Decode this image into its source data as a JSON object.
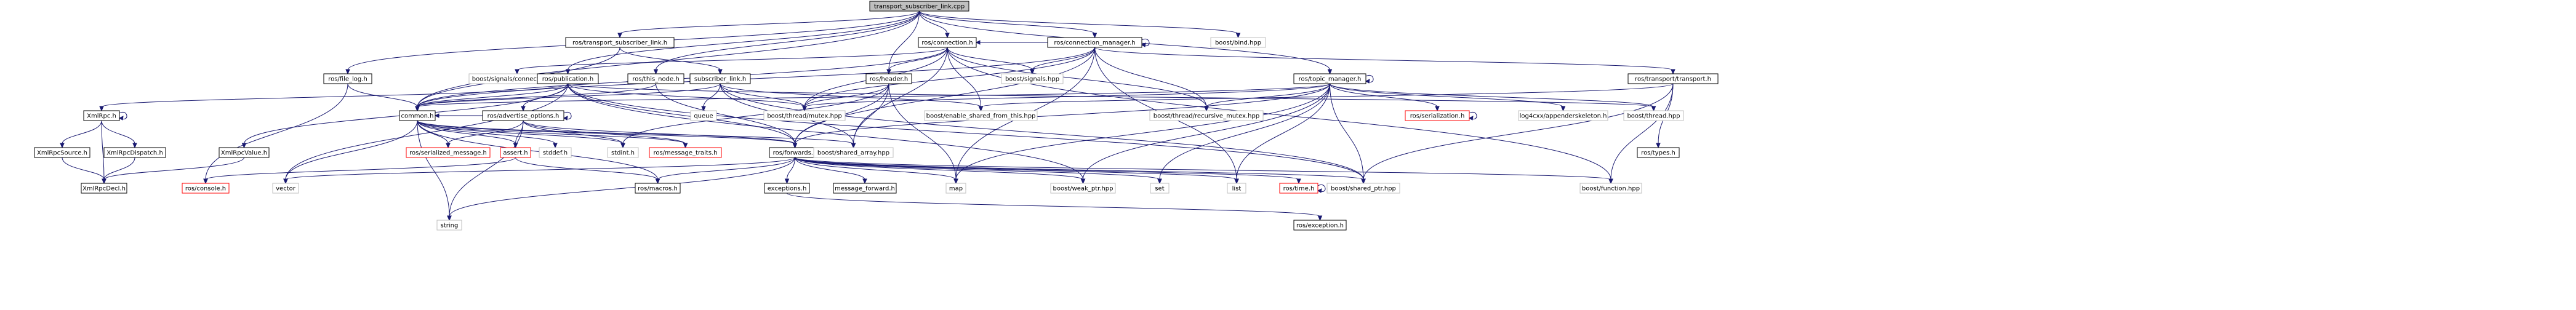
{
  "title": "transport_subscriber_link.cpp",
  "colors": {
    "edge": "#191970",
    "node_border": "#000000",
    "node_border_missing": "#bfbfbf",
    "node_border_truncated": "#ff0000",
    "root_fill": "#bfbfbf",
    "node_fill": "#ffffff"
  },
  "nodes": {
    "root": {
      "label": "transport_subscriber_link.cpp",
      "kind": "root"
    },
    "tsl_h": {
      "label": "ros/transport_subscriber_link.h",
      "kind": "normal"
    },
    "connection_h": {
      "label": "ros/connection.h",
      "kind": "normal"
    },
    "connection_manager_h": {
      "label": "ros/connection_manager.h",
      "kind": "normal"
    },
    "boost_bind": {
      "label": "boost/bind.hpp",
      "kind": "missing"
    },
    "file_log": {
      "label": "ros/file_log.h",
      "kind": "normal"
    },
    "signals_connection": {
      "label": "boost/signals/connection.hpp",
      "kind": "missing"
    },
    "publication_h": {
      "label": "ros/publication.h",
      "kind": "normal"
    },
    "this_node": {
      "label": "ros/this_node.h",
      "kind": "normal"
    },
    "subscriber_link": {
      "label": "subscriber_link.h",
      "kind": "normal"
    },
    "header_h": {
      "label": "ros/header.h",
      "kind": "normal"
    },
    "boost_signals": {
      "label": "boost/signals.hpp",
      "kind": "missing"
    },
    "topic_manager": {
      "label": "ros/topic_manager.h",
      "kind": "normal"
    },
    "transport_h": {
      "label": "ros/transport/transport.h",
      "kind": "normal"
    },
    "xmlrpc_h": {
      "label": "XmlRpc.h",
      "kind": "normal"
    },
    "common_h": {
      "label": "common.h",
      "kind": "normal"
    },
    "advertise_options": {
      "label": "ros/advertise_options.h",
      "kind": "normal"
    },
    "xmlrpcvalue": {
      "label": "XmlRpcValue.h",
      "kind": "normal"
    },
    "queue": {
      "label": "queue",
      "kind": "missing"
    },
    "thread_mutex": {
      "label": "boost/thread/mutex.hpp",
      "kind": "missing"
    },
    "enable_shared": {
      "label": "boost/enable_shared_from_this.hpp",
      "kind": "missing"
    },
    "recursive_mutex": {
      "label": "boost/thread/recursive_mutex.hpp",
      "kind": "missing"
    },
    "ros_serialization": {
      "label": "ros/serialization.h",
      "kind": "truncated"
    },
    "log4cxx": {
      "label": "log4cxx/appenderskeleton.h",
      "kind": "missing"
    },
    "boost_thread": {
      "label": "boost/thread.hpp",
      "kind": "missing"
    },
    "ros_types": {
      "label": "ros/types.h",
      "kind": "normal"
    },
    "xmlrpcsource": {
      "label": "XmlRpcSource.h",
      "kind": "normal"
    },
    "xmlrpcdispatch": {
      "label": "XmlRpcDispatch.h",
      "kind": "normal"
    },
    "serialized_message": {
      "label": "ros/serialized_message.h",
      "kind": "truncated"
    },
    "assert_h": {
      "label": "assert.h",
      "kind": "truncated"
    },
    "stddef": {
      "label": "stddef.h",
      "kind": "missing"
    },
    "stdint": {
      "label": "stdint.h",
      "kind": "missing"
    },
    "message_traits": {
      "label": "ros/message_traits.h",
      "kind": "truncated"
    },
    "forwards": {
      "label": "ros/forwards.h",
      "kind": "normal"
    },
    "shared_array": {
      "label": "boost/shared_array.hpp",
      "kind": "missing"
    },
    "xmlrpcdecl": {
      "label": "XmlRpcDecl.h",
      "kind": "normal"
    },
    "ros_console": {
      "label": "ros/console.h",
      "kind": "truncated"
    },
    "vector": {
      "label": "vector",
      "kind": "missing"
    },
    "string": {
      "label": "string",
      "kind": "missing"
    },
    "ros_macros": {
      "label": "ros/macros.h",
      "kind": "normal"
    },
    "exceptions": {
      "label": "exceptions.h",
      "kind": "normal"
    },
    "message_forward": {
      "label": "message_forward.h",
      "kind": "normal"
    },
    "map": {
      "label": "map",
      "kind": "missing"
    },
    "weak_ptr": {
      "label": "boost/weak_ptr.hpp",
      "kind": "missing"
    },
    "set": {
      "label": "set",
      "kind": "missing"
    },
    "list": {
      "label": "list",
      "kind": "missing"
    },
    "ros_time": {
      "label": "ros/time.h",
      "kind": "truncated"
    },
    "shared_ptr": {
      "label": "boost/shared_ptr.hpp",
      "kind": "missing"
    },
    "boost_function": {
      "label": "boost/function.hpp",
      "kind": "missing"
    },
    "ros_exception": {
      "label": "ros/exception.h",
      "kind": "normal"
    }
  },
  "edges": [
    [
      "root",
      "tsl_h"
    ],
    [
      "root",
      "connection_h"
    ],
    [
      "root",
      "connection_manager_h"
    ],
    [
      "root",
      "boost_bind"
    ],
    [
      "root",
      "header_h"
    ],
    [
      "root",
      "publication_h"
    ],
    [
      "root",
      "this_node"
    ],
    [
      "root",
      "file_log"
    ],
    [
      "root",
      "topic_manager"
    ],
    [
      "root",
      "common_h"
    ],
    [
      "tsl_h",
      "subscriber_link"
    ],
    [
      "tsl_h",
      "common_h"
    ],
    [
      "connection_h",
      "header_h"
    ],
    [
      "connection_h",
      "common_h"
    ],
    [
      "connection_h",
      "signals_connection"
    ],
    [
      "connection_h",
      "boost_signals"
    ],
    [
      "connection_h",
      "thread_mutex"
    ],
    [
      "connection_h",
      "recursive_mutex"
    ],
    [
      "connection_h",
      "enable_shared"
    ],
    [
      "connection_h",
      "shared_array"
    ],
    [
      "connection_h",
      "boost_function"
    ],
    [
      "connection_manager_h",
      "connection_manager_h"
    ],
    [
      "connection_manager_h",
      "forwards"
    ],
    [
      "connection_manager_h",
      "common_h"
    ],
    [
      "connection_manager_h",
      "connection_h"
    ],
    [
      "connection_manager_h",
      "thread_mutex"
    ],
    [
      "connection_manager_h",
      "boost_signals"
    ],
    [
      "connection_manager_h",
      "recursive_mutex"
    ],
    [
      "connection_manager_h",
      "list"
    ],
    [
      "connection_manager_h",
      "transport_h"
    ],
    [
      "connection_manager_h",
      "map"
    ],
    [
      "file_log",
      "common_h"
    ],
    [
      "file_log",
      "ros_console"
    ],
    [
      "publication_h",
      "common_h"
    ],
    [
      "publication_h",
      "advertise_options"
    ],
    [
      "publication_h",
      "xmlrpcvalue"
    ],
    [
      "publication_h",
      "thread_mutex"
    ],
    [
      "publication_h",
      "boost_thread"
    ],
    [
      "publication_h",
      "forwards"
    ],
    [
      "publication_h",
      "vector"
    ],
    [
      "publication_h",
      "shared_ptr"
    ],
    [
      "publication_h",
      "weak_ptr"
    ],
    [
      "publication_h",
      "xmlrpc_h"
    ],
    [
      "this_node",
      "common_h"
    ],
    [
      "this_node",
      "forwards"
    ],
    [
      "subscriber_link",
      "common_h"
    ],
    [
      "subscriber_link",
      "queue"
    ],
    [
      "subscriber_link",
      "thread_mutex"
    ],
    [
      "subscriber_link",
      "shared_array"
    ],
    [
      "subscriber_link",
      "enable_shared"
    ],
    [
      "subscriber_link",
      "shared_ptr"
    ],
    [
      "header_h",
      "forwards"
    ],
    [
      "header_h",
      "map"
    ],
    [
      "header_h",
      "shared_array"
    ],
    [
      "header_h",
      "stdint"
    ],
    [
      "header_h",
      "thread_mutex"
    ],
    [
      "topic_manager",
      "topic_manager"
    ],
    [
      "topic_manager",
      "forwards"
    ],
    [
      "topic_manager",
      "common_h"
    ],
    [
      "topic_manager",
      "ros_serialization"
    ],
    [
      "topic_manager",
      "log4cxx"
    ],
    [
      "topic_manager",
      "boost_thread"
    ],
    [
      "topic_manager",
      "recursive_mutex"
    ],
    [
      "topic_manager",
      "thread_mutex"
    ],
    [
      "topic_manager",
      "shared_ptr"
    ],
    [
      "topic_manager",
      "map"
    ],
    [
      "topic_manager",
      "weak_ptr"
    ],
    [
      "topic_manager",
      "set"
    ],
    [
      "topic_manager",
      "list"
    ],
    [
      "transport_h",
      "ros_types"
    ],
    [
      "transport_h",
      "boost_function"
    ],
    [
      "transport_h",
      "shared_ptr"
    ],
    [
      "transport_h",
      "enable_shared"
    ],
    [
      "xmlrpc_h",
      "xmlrpc_h"
    ],
    [
      "xmlrpc_h",
      "xmlrpcsource"
    ],
    [
      "xmlrpc_h",
      "xmlrpcdispatch"
    ],
    [
      "xmlrpc_h",
      "xmlrpcdecl"
    ],
    [
      "common_h",
      "serialized_message"
    ],
    [
      "common_h",
      "assert_h"
    ],
    [
      "common_h",
      "stddef"
    ],
    [
      "common_h",
      "stdint"
    ],
    [
      "common_h",
      "forwards"
    ],
    [
      "common_h",
      "string"
    ],
    [
      "common_h",
      "vector"
    ],
    [
      "common_h",
      "ros_macros"
    ],
    [
      "common_h",
      "shared_array"
    ],
    [
      "common_h",
      "message_traits"
    ],
    [
      "advertise_options",
      "advertise_options"
    ],
    [
      "advertise_options",
      "common_h"
    ],
    [
      "advertise_options",
      "message_traits"
    ],
    [
      "advertise_options",
      "forwards"
    ],
    [
      "advertise_options",
      "stdint"
    ],
    [
      "advertise_options",
      "serialized_message"
    ],
    [
      "advertise_options",
      "assert_h"
    ],
    [
      "advertise_options",
      "string"
    ],
    [
      "xmlrpcvalue",
      "xmlrpcdecl"
    ],
    [
      "xmlrpcsource",
      "xmlrpcdecl"
    ],
    [
      "xmlrpcdispatch",
      "xmlrpcdecl"
    ],
    [
      "ros_serialization",
      "ros_serialization"
    ],
    [
      "assert_h",
      "ros_console"
    ],
    [
      "assert_h",
      "ros_macros"
    ],
    [
      "forwards",
      "vector"
    ],
    [
      "forwards",
      "string"
    ],
    [
      "forwards",
      "ros_macros"
    ],
    [
      "forwards",
      "exceptions"
    ],
    [
      "forwards",
      "message_forward"
    ],
    [
      "forwards",
      "map"
    ],
    [
      "forwards",
      "weak_ptr"
    ],
    [
      "forwards",
      "set"
    ],
    [
      "forwards",
      "list"
    ],
    [
      "forwards",
      "ros_time"
    ],
    [
      "forwards",
      "shared_ptr"
    ],
    [
      "forwards",
      "boost_function"
    ],
    [
      "ros_time",
      "ros_time"
    ],
    [
      "exceptions",
      "ros_exception"
    ]
  ]
}
